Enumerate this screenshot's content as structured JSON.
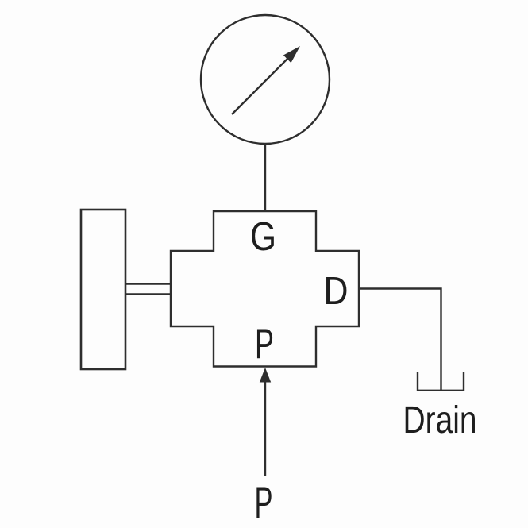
{
  "figure": {
    "colors": {
      "line": "#2e2e2e",
      "text": "#1e1e1e",
      "background": "#fdfdfd"
    },
    "valve_ports": {
      "gauge_label": "G",
      "drain_label": "D",
      "pressure_label": "P"
    },
    "captions": {
      "drain": "Drain",
      "supply_pressure": "P"
    },
    "icons": {
      "gauge": "pressure-gauge-icon",
      "gauge_needle": "diagonal-arrow-icon",
      "drain_sink": "drain-tank-icon",
      "supply_flow": "up-arrow-icon"
    }
  }
}
